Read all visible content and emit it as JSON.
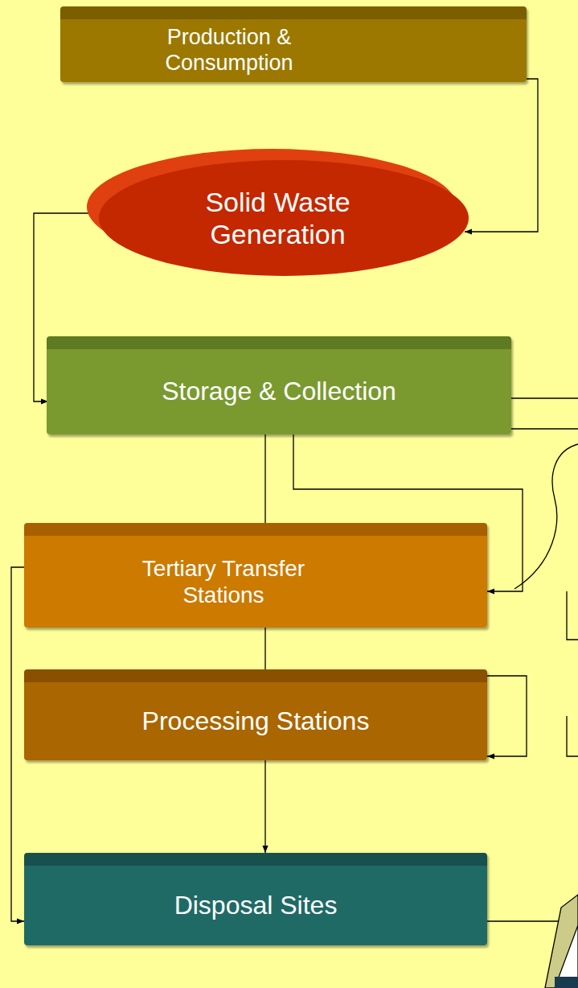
{
  "diagram": {
    "nodes": [
      {
        "text": [
          "Production & Consumption"
        ]
      },
      {
        "text": [
          "Solid Waste Generation"
        ]
      },
      {
        "text": [
          "Storage & Collection"
        ]
      },
      {
        "text": [
          "Tertiary Transfer Stations"
        ]
      },
      {
        "text": [
          "Processing Stations"
        ]
      },
      {
        "text": [
          "Disposal Sites"
        ]
      }
    ],
    "edges": [
      {
        "from": 0,
        "to": 1,
        "arrow": "to"
      },
      {
        "from": 1,
        "to": 2,
        "arrow": "to"
      },
      {
        "from": 2,
        "to": 3,
        "arrow": "to"
      },
      {
        "from": 3,
        "to": 4,
        "arrow": "to"
      },
      {
        "from": 4,
        "to": 5,
        "arrow": "to"
      },
      {
        "from": 3,
        "to": 5,
        "arrow": "to"
      }
    ]
  }
}
